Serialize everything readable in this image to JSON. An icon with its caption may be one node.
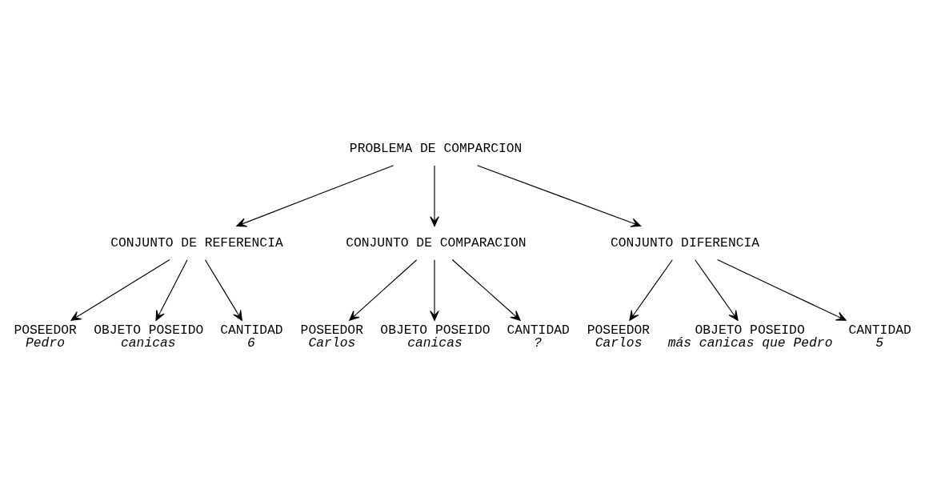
{
  "diagram": {
    "nodes": [
      {
        "text": [
          "PROBLEMA DE COMPARCION"
        ]
      },
      {
        "text": [
          "CONJUNTO DE REFERENCIA"
        ]
      },
      {
        "text": [
          "CONJUNTO DE COMPARACION"
        ]
      },
      {
        "text": [
          "CONJUNTO DIFERENCIA"
        ]
      },
      {
        "text": [
          "POSEEDOR",
          "Pedro"
        ]
      },
      {
        "text": [
          "OBJETO POSEIDO",
          "canicas"
        ]
      },
      {
        "text": [
          "CANTIDAD",
          "6"
        ]
      },
      {
        "text": [
          "POSEEDOR",
          "Carlos"
        ]
      },
      {
        "text": [
          "OBJETO POSEIDO",
          "canicas"
        ]
      },
      {
        "text": [
          "CANTIDAD",
          "?"
        ]
      },
      {
        "text": [
          "POSEEDOR",
          "Carlos"
        ]
      },
      {
        "text": [
          "OBJETO POSEIDO",
          "más canicas que Pedro"
        ]
      },
      {
        "text": [
          "CANTIDAD",
          "5"
        ]
      }
    ],
    "edges": [
      {
        "from": 0,
        "to": 1,
        "arrow": "to"
      },
      {
        "from": 0,
        "to": 2,
        "arrow": "to"
      },
      {
        "from": 0,
        "to": 3,
        "arrow": "to"
      },
      {
        "from": 1,
        "to": 4,
        "arrow": "to"
      },
      {
        "from": 1,
        "to": 5,
        "arrow": "to"
      },
      {
        "from": 1,
        "to": 6,
        "arrow": "to"
      },
      {
        "from": 2,
        "to": 7,
        "arrow": "to"
      },
      {
        "from": 2,
        "to": 8,
        "arrow": "to"
      },
      {
        "from": 2,
        "to": 9,
        "arrow": "to"
      },
      {
        "from": 3,
        "to": 10,
        "arrow": "to"
      },
      {
        "from": 3,
        "to": 11,
        "arrow": "to"
      },
      {
        "from": 3,
        "to": 12,
        "arrow": "to"
      }
    ]
  }
}
